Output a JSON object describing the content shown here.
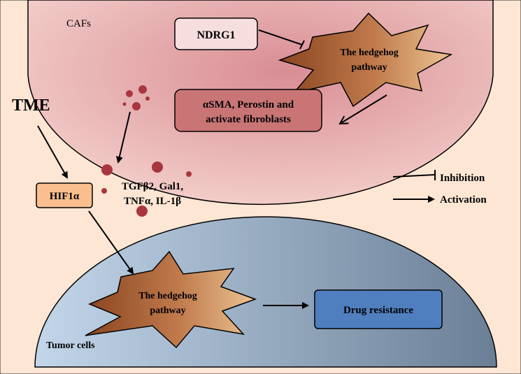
{
  "cafs": {
    "label": "CAFs",
    "ndrg1": "NDRG1",
    "hedgehog_line1": "The hedgehog",
    "hedgehog_line2": "pathway",
    "outcome_line1": "αSMA, Perostin and",
    "outcome_line2": "activate fibroblasts"
  },
  "tme": {
    "label": "TME",
    "hif": "HIF1α",
    "cytokines_line1": "TGFβ2, Gal1,",
    "cytokines_line2": "TNFα, IL-1β"
  },
  "tumor": {
    "label": "Tumor cells",
    "hedgehog_line1": "The hedgehog",
    "hedgehog_line2": "pathway",
    "drug_resistance": "Drug resistance"
  },
  "legend": {
    "inhibition": "Inhibition",
    "activation": "Activation"
  },
  "colors": {
    "background": "#fde6d4",
    "caf_cell": "#d98d95",
    "tumor_cell": "#8aa3bf",
    "star": "#b2643a",
    "outcome_box": "#c97575",
    "hif_box": "#f9bf8f",
    "drug_box": "#4f7fbf",
    "dots": "#a8363f"
  }
}
